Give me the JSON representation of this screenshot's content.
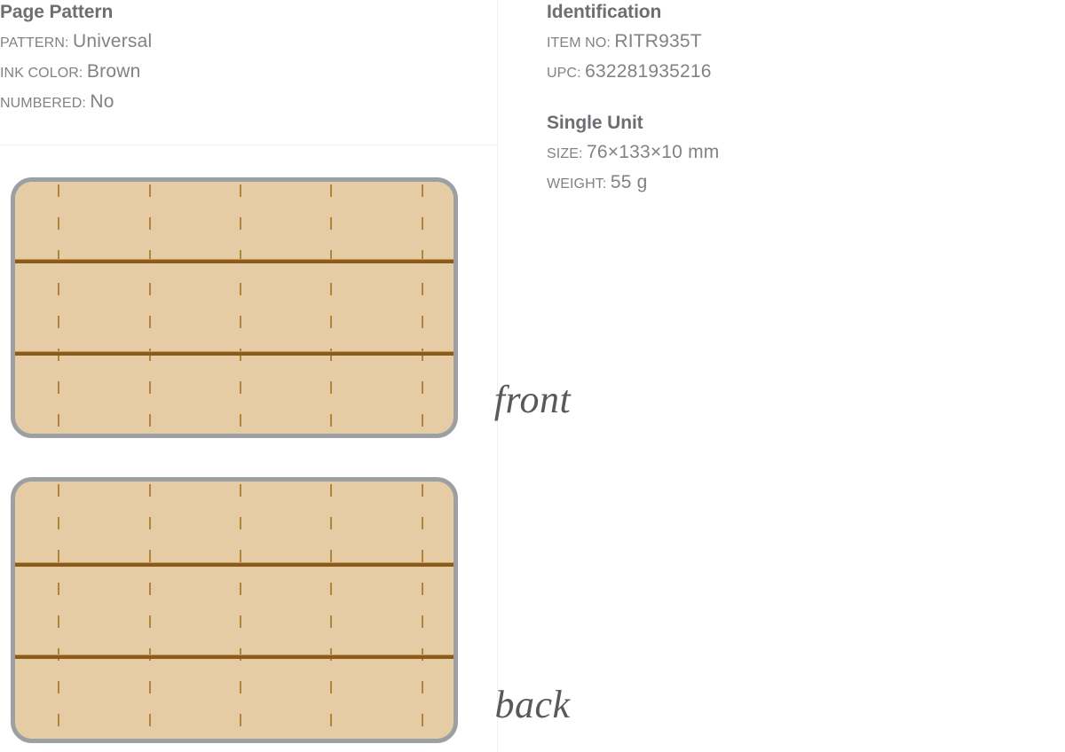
{
  "left": {
    "title": "Page Pattern",
    "specs": [
      {
        "key": "PATTERN:",
        "value": "Universal"
      },
      {
        "key": "INK COLOR:",
        "value": "Brown"
      },
      {
        "key": "NUMBERED:",
        "value": "No"
      }
    ]
  },
  "right": {
    "identification": {
      "title": "Identification",
      "specs": [
        {
          "key": "ITEM NO:",
          "value": "RITR935T"
        },
        {
          "key": "UPC:",
          "value": "632281935216"
        }
      ]
    },
    "single_unit": {
      "title": "Single Unit",
      "specs": [
        {
          "key": "SIZE:",
          "value": "76×133×10 mm"
        },
        {
          "key": "WEIGHT:",
          "value": "55 g"
        }
      ]
    }
  },
  "diagram": {
    "front_label": "front",
    "back_label": "back",
    "colors": {
      "paper": "#e5cca4",
      "ink": "#8a5b1d",
      "dash": "#a9762c",
      "border": "#9ca0a4",
      "label_text": "#58595b"
    },
    "grid": {
      "dash_columns_x": [
        53,
        156,
        258,
        360,
        463
      ],
      "dash_rows_front_y": [
        3,
        40,
        77,
        114,
        151,
        188,
        225,
        262
      ],
      "dash_rows_back_y": [
        3,
        40,
        77,
        114,
        151,
        188,
        225,
        262,
        290
      ],
      "rule_lines_front_y": [
        88,
        192
      ],
      "rule_lines_back_y": [
        92,
        196
      ]
    }
  }
}
